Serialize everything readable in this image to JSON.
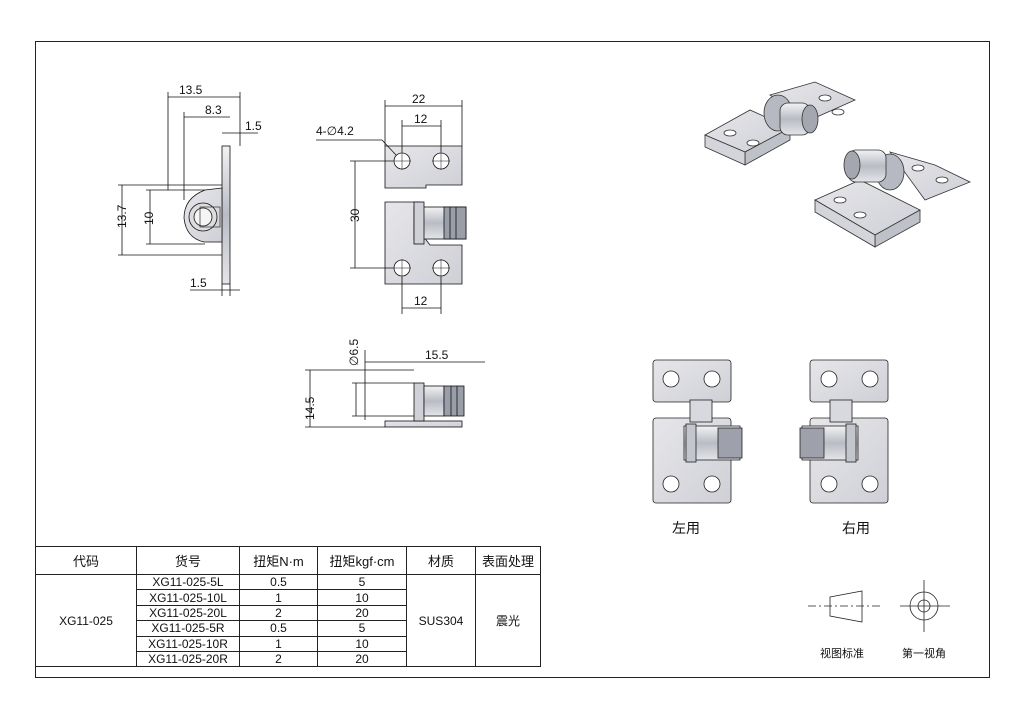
{
  "dimensions": {
    "side": {
      "d13_5": "13.5",
      "d8_3": "8.3",
      "d1_5_top": "1.5",
      "d13_7": "13.7",
      "d10": "10",
      "d1_5_bottom": "1.5"
    },
    "front": {
      "d22": "22",
      "d12_top": "12",
      "holes": "4-∅4.2",
      "d30": "30",
      "d12_bottom": "12"
    },
    "bottom": {
      "d6_5": "∅6.5",
      "d15_5": "15.5",
      "d14_5": "14.5"
    }
  },
  "captions": {
    "left": "左用",
    "right": "右用"
  },
  "projection": {
    "standard": "视图标准",
    "first_angle": "第一视角"
  },
  "table": {
    "headers": [
      "代码",
      "货号",
      "扭矩N·m",
      "扭矩kgf·cm",
      "材质",
      "表面处理"
    ],
    "code": "XG11-025",
    "material": "SUS304",
    "finish": "震光",
    "rows": [
      {
        "part": "XG11-025-5L",
        "nm": "0.5",
        "kgf": "5"
      },
      {
        "part": "XG11-025-10L",
        "nm": "1",
        "kgf": "10"
      },
      {
        "part": "XG11-025-20L",
        "nm": "2",
        "kgf": "20"
      },
      {
        "part": "XG11-025-5R",
        "nm": "0.5",
        "kgf": "5"
      },
      {
        "part": "XG11-025-10R",
        "nm": "1",
        "kgf": "10"
      },
      {
        "part": "XG11-025-20R",
        "nm": "2",
        "kgf": "20"
      }
    ]
  }
}
